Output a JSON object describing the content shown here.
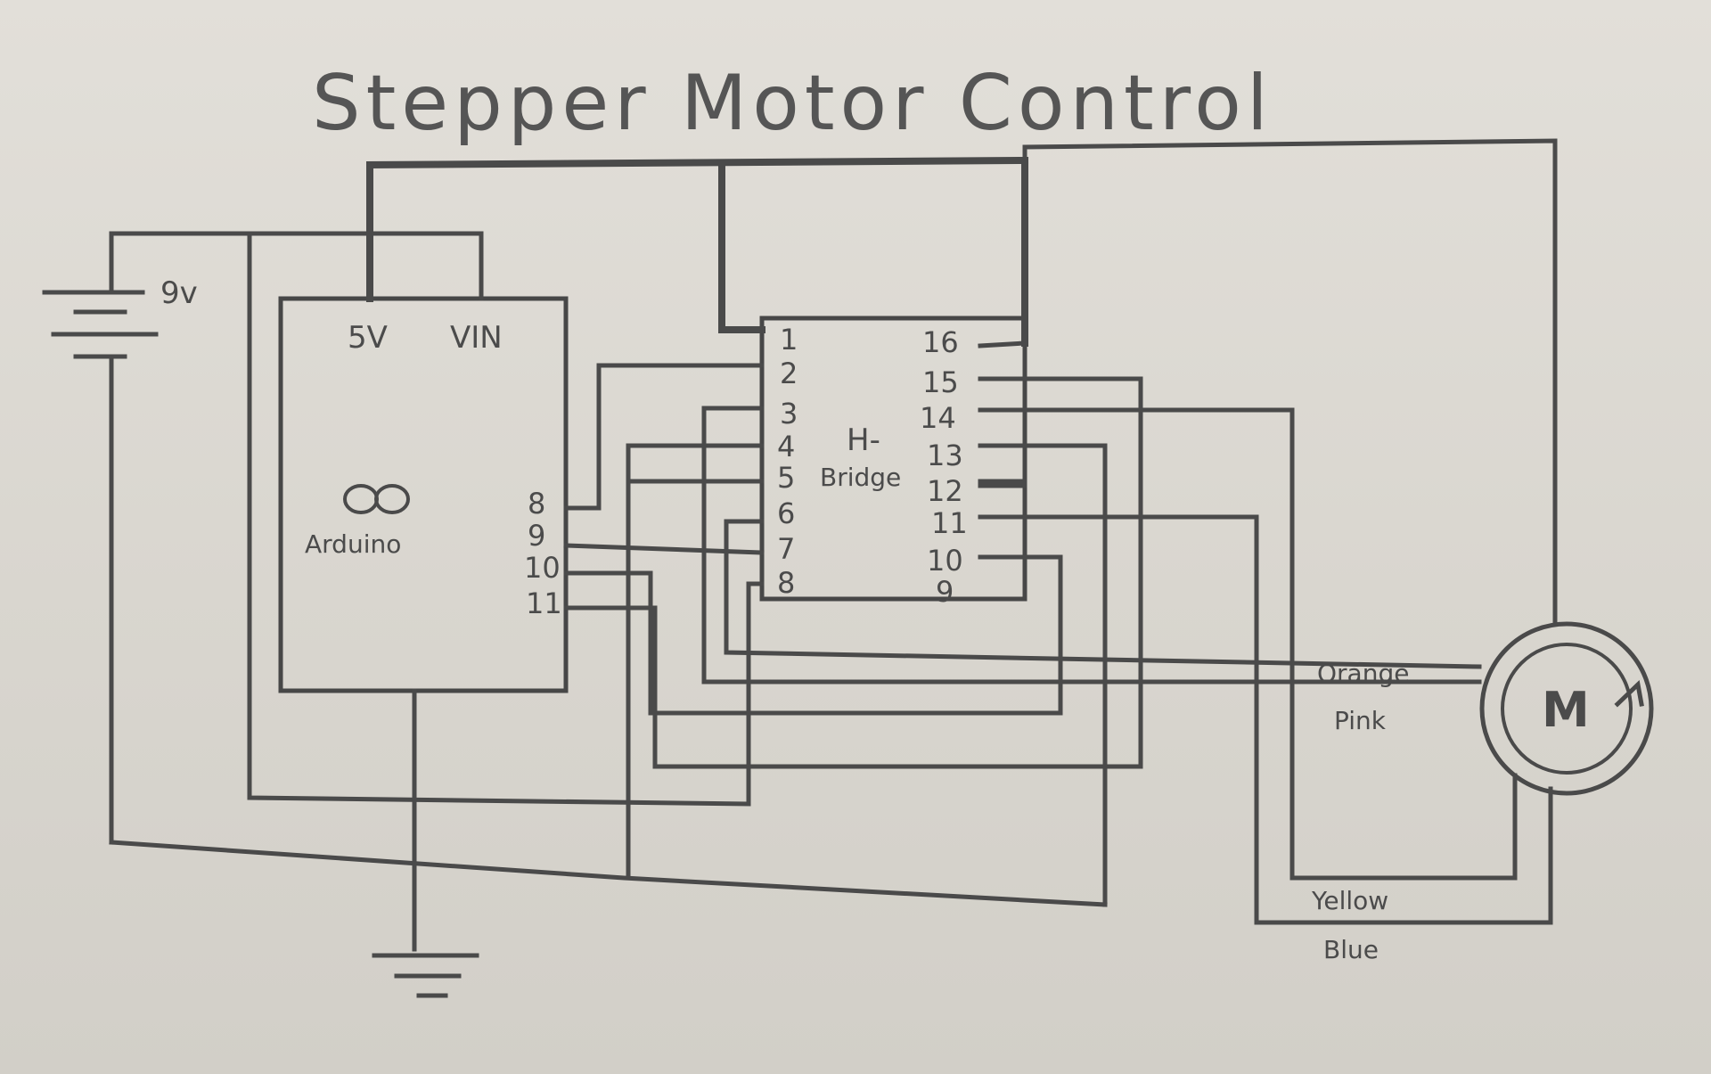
{
  "title": "Stepper Motor Control",
  "battery": {
    "label": "9v"
  },
  "arduino": {
    "name": "Arduino",
    "logo": "infinity-logo",
    "top_pins": [
      "5V",
      "VIN"
    ],
    "side_pins": [
      "8",
      "9",
      "10",
      "11"
    ]
  },
  "hbridge": {
    "name_line1": "H-",
    "name_line2": "Bridge",
    "left_pins": [
      "1",
      "2",
      "3",
      "4",
      "5",
      "6",
      "7",
      "8"
    ],
    "right_pins": [
      "16",
      "15",
      "14",
      "13",
      "12",
      "11",
      "10",
      "9"
    ]
  },
  "motor": {
    "label": "M",
    "wires": [
      "Orange",
      "Pink",
      "Yellow",
      "Blue"
    ]
  },
  "ground": {
    "icon": "ground-symbol"
  },
  "colors": {
    "ink": "#4a4a4a",
    "paper": "#dcd9d3"
  }
}
